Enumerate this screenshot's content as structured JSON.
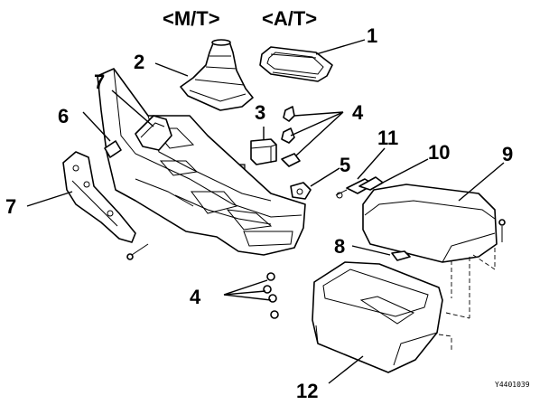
{
  "headers": {
    "manual": "<M/T>",
    "automatic": "<A/T>"
  },
  "callouts": {
    "c1": "1",
    "c2": "2",
    "c3": "3",
    "c4a": "4",
    "c4b": "4",
    "c5": "5",
    "c6": "6",
    "c7a": "7",
    "c7b": "7",
    "c8": "8",
    "c9": "9",
    "c10": "10",
    "c11": "11",
    "c12": "12"
  },
  "figure_code": "Y4401039"
}
